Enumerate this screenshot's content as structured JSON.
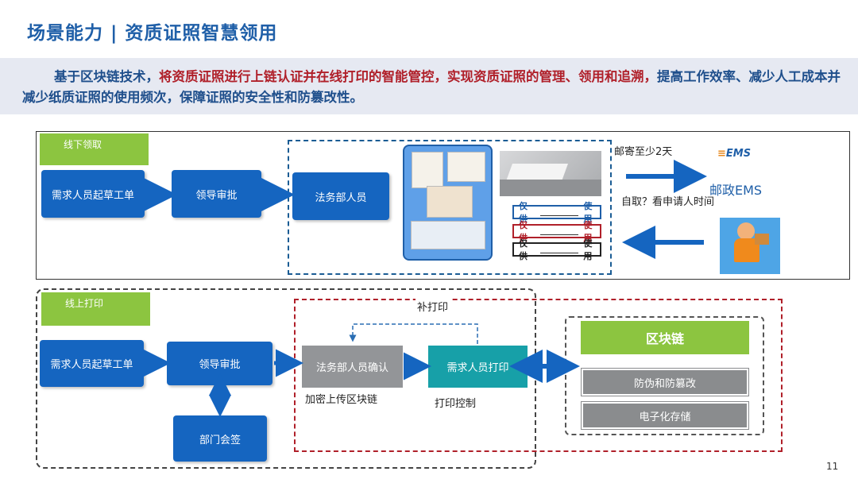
{
  "title": "场景能力 | 资质证照智慧领用",
  "intro": {
    "part1": "基于区块链技术，",
    "part2": "将资质证照进行上链认证并在线打印的智能管控，实现资质证照的管理、领用和追溯，",
    "part3": "提高工作效率、减少人工成本并减少纸质证照的使用频次，保障证照的安全性和防篡改性。"
  },
  "offline": {
    "tag": "线下领取",
    "step1": "需求人员起草工单",
    "step2": "领导审批",
    "step3": "法务部人员",
    "stamps": [
      {
        "prefix": "仅供",
        "suffix": "使用"
      },
      {
        "prefix": "仅供",
        "suffix": "使用"
      },
      {
        "prefix": "仅供",
        "suffix": "使用"
      }
    ],
    "mail_note": "邮寄至少2天",
    "pickup_note": "自取？看申请人时间",
    "ems_logo": "EMS",
    "ems_name": "邮政EMS"
  },
  "online": {
    "tag": "线上打印",
    "step1": "需求人员起草工单",
    "step2": "领导审批",
    "step3": "部门会签",
    "confirm": "法务部人员确认",
    "print": "需求人员打印",
    "reprint": "补打印",
    "upload_note": "加密上传区块链",
    "print_control": "打印控制",
    "blockchain": "区块链",
    "features": [
      "防伪和防篡改",
      "电子化存储"
    ]
  },
  "page_number": "11",
  "colors": {
    "blue": "#1565c0",
    "green": "#8cc540",
    "red": "#b0202a",
    "teal": "#17a0a8",
    "gray": "#939598"
  }
}
